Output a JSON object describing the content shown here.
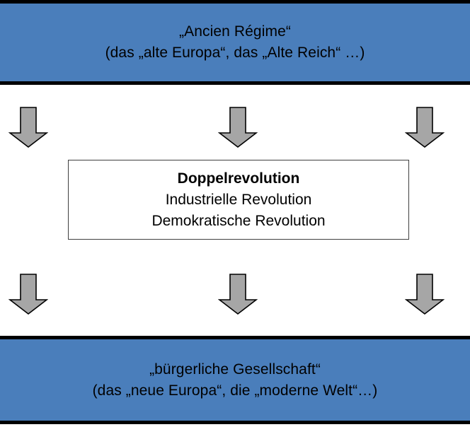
{
  "diagram": {
    "title_sequence": "Ancien Regime - Doppelrevolution - buergerliche Gesellschaft",
    "colors": {
      "band_fill": "#4a7ebb",
      "band_rule": "#000000",
      "arrow_fill": "#a6a6a6",
      "arrow_stroke": "#000000",
      "box_fill": "#ffffff",
      "box_stroke": "#3f3f3f",
      "text": "#000000"
    }
  },
  "top_band": {
    "line1": "„Ancien Régime“",
    "line2": "(das „alte Europa“, das „Alte Reich“ …)"
  },
  "center_box": {
    "heading": "Doppelrevolution",
    "item1": "Industrielle Revolution",
    "item2": "Demokratische Revolution"
  },
  "bottom_band": {
    "line1": "„bürgerliche Gesellschaft“",
    "line2": "(das „neue Europa“, die „moderne Welt“…)"
  },
  "arrows": {
    "direction": "down",
    "top_row": [
      {
        "name": "arrow-top-left",
        "label": "down-arrow"
      },
      {
        "name": "arrow-top-center",
        "label": "down-arrow"
      },
      {
        "name": "arrow-top-right",
        "label": "down-arrow"
      }
    ],
    "bottom_row": [
      {
        "name": "arrow-bottom-left",
        "label": "down-arrow"
      },
      {
        "name": "arrow-bottom-center",
        "label": "down-arrow"
      },
      {
        "name": "arrow-bottom-right",
        "label": "down-arrow"
      }
    ]
  }
}
